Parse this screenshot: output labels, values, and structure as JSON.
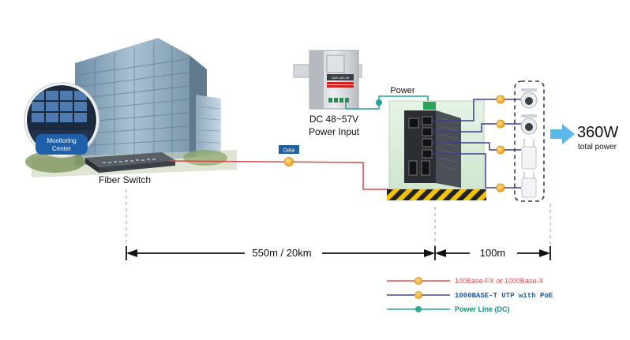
{
  "labels": {
    "monitoring_line1": "Monitoring",
    "monitoring_line2": "Center",
    "fiber_switch": "Fiber Switch",
    "data_tag": "Data",
    "psu_model": "SDR-480-48",
    "dc_input_line1": "DC 48~57V",
    "dc_input_line2": "Power Input",
    "power": "Power",
    "total_power_value": "360W",
    "total_power_caption": "total power",
    "distance_fiber": "550m / 20km",
    "distance_utp": "100m"
  },
  "legend": [
    {
      "label": "100Base-FX or 1000Base-X",
      "color": "#e05050",
      "dot": "#f0a020"
    },
    {
      "label": "1000BASE-T UTP  with PoE",
      "color": "#3a4a90",
      "dot": "#f0a020"
    },
    {
      "label": "Power Line (DC)",
      "color": "#2aa89a",
      "dot": "#2aa89a"
    }
  ],
  "colors": {
    "fiber": "#d94a4a",
    "utp": "#3b3f8a",
    "power": "#1fa39a",
    "dot": "#f3a21d",
    "arrow": "#5cb8e8",
    "hazard_yellow": "#f5c400",
    "cabinet": "#d8ecd8"
  },
  "icons": [
    "monitoring-center-icon",
    "building-icon",
    "fiber-switch-icon",
    "power-supply-icon",
    "industrial-switch-icon",
    "ptz-camera-icon",
    "access-point-icon",
    "arrow-right-icon"
  ]
}
